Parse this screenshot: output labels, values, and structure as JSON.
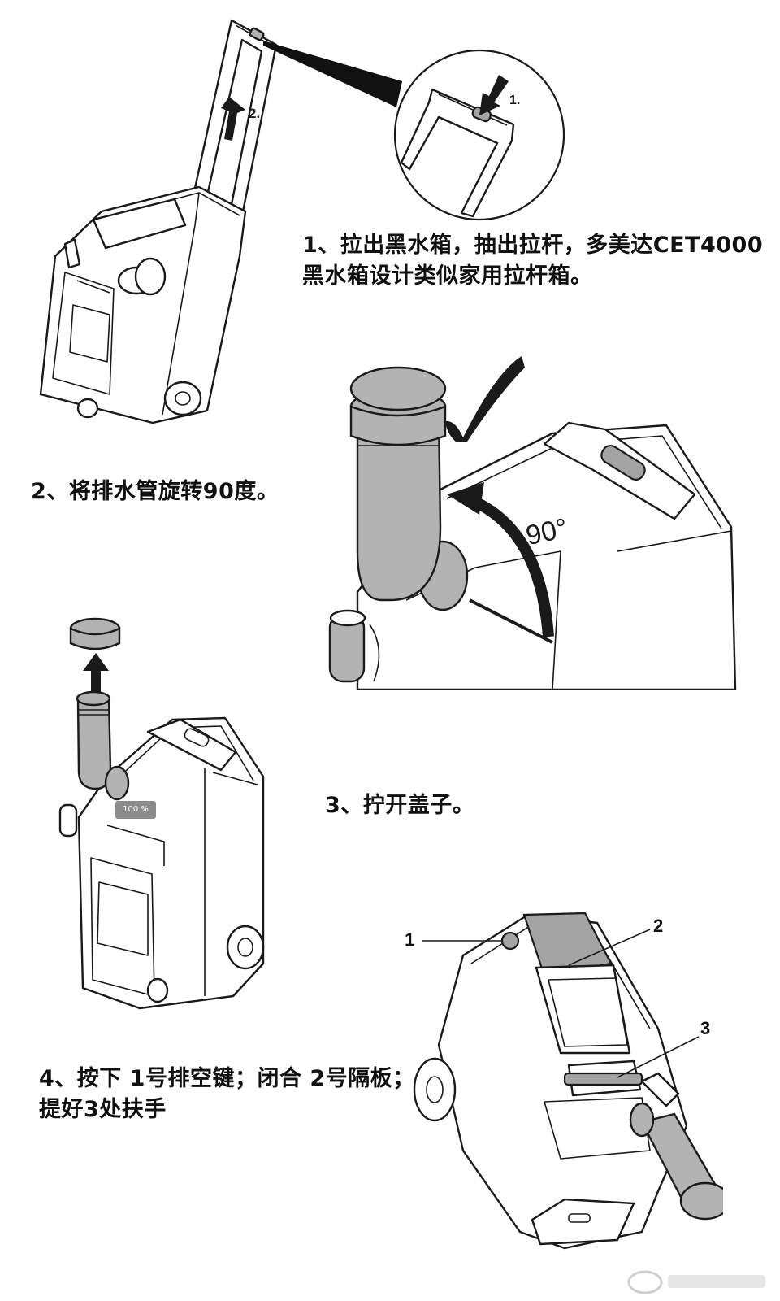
{
  "steps": [
    {
      "id": 1,
      "lines": [
        "1、拉出黑水箱，抽出拉杆，多美达CET4000",
        "黑水箱设计类似家用拉杆箱。"
      ]
    },
    {
      "id": 2,
      "lines": [
        "2、将排水管旋转90度。"
      ]
    },
    {
      "id": 3,
      "lines": [
        "3、拧开盖子。"
      ]
    },
    {
      "id": 4,
      "lines": [
        "4、按下 1号排空键；闭合 2号隔板；",
        "提好3处扶手"
      ]
    }
  ],
  "figure_labels": {
    "press": "1.",
    "pull": "2.",
    "angle": "90°",
    "callout_1": "1",
    "callout_2": "2",
    "callout_3": "3"
  },
  "zoom_badge": "100 %",
  "icons": [
    "cassette-tank-illustration",
    "handle-zoom-illustration",
    "outlet-pipe-illustration",
    "cap-removal-illustration",
    "tank-top-illustration",
    "checkmark-icon",
    "watermark-logo"
  ]
}
